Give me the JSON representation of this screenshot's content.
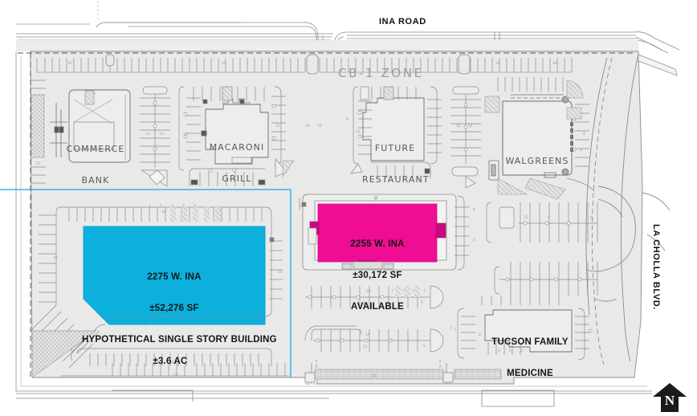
{
  "document": {
    "type": "commercial-site-plan",
    "title": "Ina Road & La Cholla Blvd Retail Site Plan"
  },
  "roads": {
    "north": "INA ROAD",
    "east": "LA CHOLLA BLVD."
  },
  "zoning": {
    "label": "CB-1 ZONE"
  },
  "existing_buildings": [
    {
      "id": "commerce-bank",
      "label_line1": "COMMERCE",
      "label_line2": "BANK"
    },
    {
      "id": "macaroni-grill",
      "label_line1": "MACARONI",
      "label_line2": "GRILL"
    },
    {
      "id": "future-restaurant",
      "label_line1": "FUTURE",
      "label_line2": "RESTAURANT"
    },
    {
      "id": "walgreens",
      "label_line1": "WALGREENS",
      "label_line2": ""
    },
    {
      "id": "tucson-family-medicine",
      "label_line1": "TUCSON FAMILY",
      "label_line2": "MEDICINE"
    }
  ],
  "highlighted_parcels": {
    "hypothetical": {
      "address": "2275 W. INA",
      "size": "±52,276 SF",
      "description": "HYPOTHETICAL SINGLE STORY BUILDING",
      "acreage": "±3.6 AC",
      "fill_color": "#0bb0dd",
      "boundary_color": "#2aa8d8"
    },
    "available": {
      "address": "2255 W. INA",
      "size": "±30,172 SF",
      "status": "AVAILABLE",
      "fill_color": "#ee0d93"
    }
  },
  "compass": {
    "direction": "N",
    "icon": "north-arrow-icon"
  },
  "colors": {
    "pavement": "#e9e9e9",
    "line": "#6f6f6f",
    "line_light": "#a8a8a8",
    "hatch": "#c9c9c9",
    "cyan": "#0bb0dd",
    "magenta": "#ee0d93",
    "text": "#151515"
  }
}
